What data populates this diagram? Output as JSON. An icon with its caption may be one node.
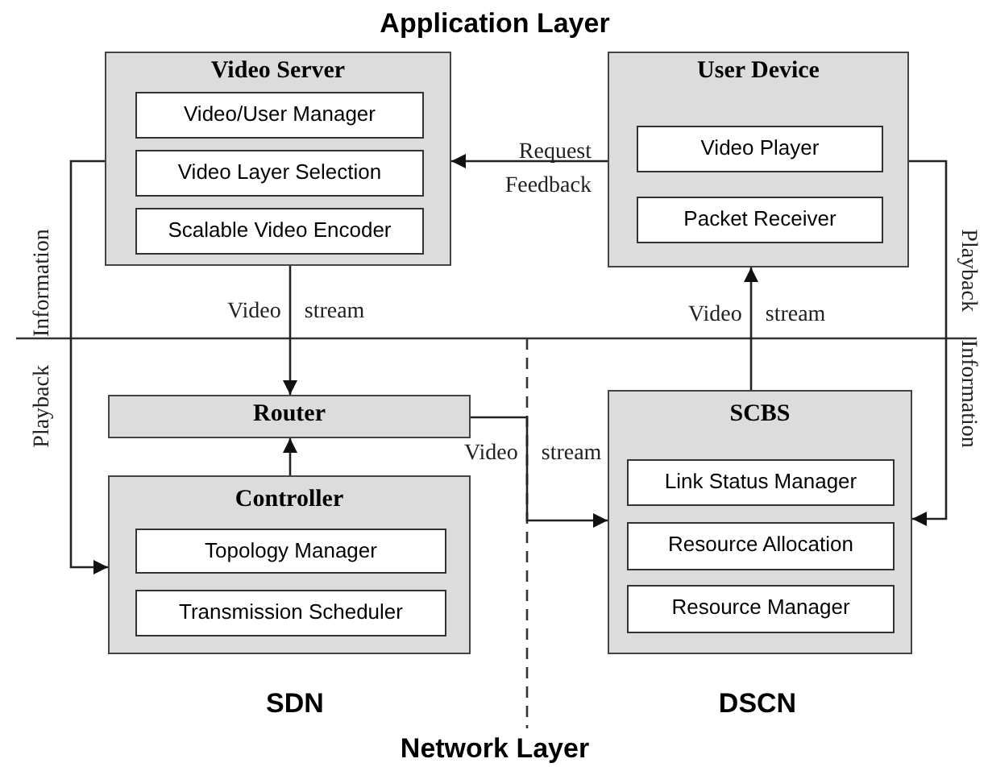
{
  "diagram": {
    "nodes": [
      {
        "text": [
          "Video Server"
        ]
      },
      {
        "text": [
          "Video/User Manager"
        ],
        "in": 0
      },
      {
        "text": [
          "Video Layer Selection"
        ],
        "in": 0
      },
      {
        "text": [
          "Scalable Video Encoder"
        ],
        "in": 0
      },
      {
        "text": [
          "User Device"
        ]
      },
      {
        "text": [
          "Video Player"
        ],
        "in": 4
      },
      {
        "text": [
          "Packet Receiver"
        ],
        "in": 4
      },
      {
        "text": [
          "Router"
        ]
      },
      {
        "text": [
          "Controller"
        ]
      },
      {
        "text": [
          "Topology Manager"
        ],
        "in": 8
      },
      {
        "text": [
          "Transmission Scheduler"
        ],
        "in": 8
      },
      {
        "text": [
          "SCBS"
        ]
      },
      {
        "text": [
          "Link Status Manager"
        ],
        "in": 11
      },
      {
        "text": [
          "Resource Allocation"
        ],
        "in": 11
      },
      {
        "text": [
          "Resource Manager"
        ],
        "in": 11
      }
    ],
    "edges": [
      {
        "from": 4,
        "to": 0,
        "arrow": "to",
        "label": "Request Feedback"
      },
      {
        "from": 0,
        "to": 7,
        "arrow": "to",
        "label": "Video stream"
      },
      {
        "from": 8,
        "to": 7,
        "arrow": "to"
      },
      {
        "from": 7,
        "to": 11,
        "arrow": "to",
        "label": "Video stream"
      },
      {
        "from": 11,
        "to": 4,
        "arrow": "to",
        "label": "Video stream"
      },
      {
        "from": 0,
        "to": 8,
        "arrow": "to",
        "label": "Playback Information"
      },
      {
        "from": 4,
        "to": 11,
        "arrow": "to",
        "label": "Playback Information"
      }
    ],
    "labels": [
      "Application Layer",
      "SDN",
      "DSCN",
      "Network Layer"
    ]
  }
}
